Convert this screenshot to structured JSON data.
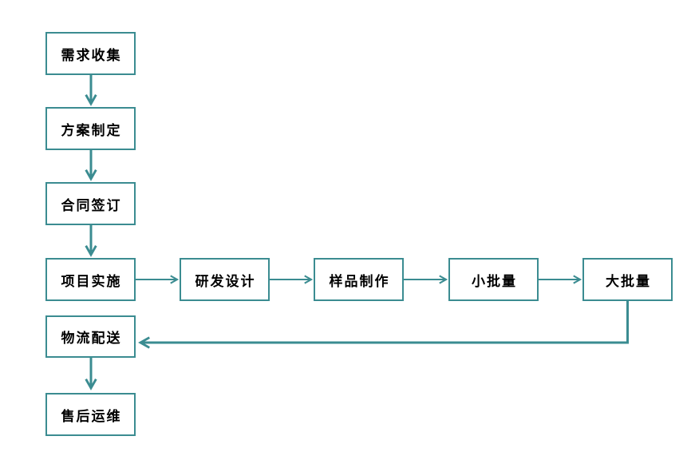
{
  "diagram": {
    "type": "flowchart",
    "colors": {
      "accent": "#3b8c91",
      "text": "#000000",
      "background": "#ffffff"
    },
    "nodes": [
      {
        "id": "requirements",
        "label": "需求收集"
      },
      {
        "id": "plan",
        "label": "方案制定"
      },
      {
        "id": "contract",
        "label": "合同签订"
      },
      {
        "id": "implementation",
        "label": "项目实施"
      },
      {
        "id": "rd_design",
        "label": "研发设计"
      },
      {
        "id": "sample_production",
        "label": "样品制作"
      },
      {
        "id": "small_batch",
        "label": "小批量"
      },
      {
        "id": "large_batch",
        "label": "大批量"
      },
      {
        "id": "logistics",
        "label": "物流配送"
      },
      {
        "id": "after_sales",
        "label": "售后运维"
      }
    ],
    "edges": [
      {
        "from": "requirements",
        "to": "plan"
      },
      {
        "from": "plan",
        "to": "contract"
      },
      {
        "from": "contract",
        "to": "implementation"
      },
      {
        "from": "implementation",
        "to": "rd_design"
      },
      {
        "from": "rd_design",
        "to": "sample_production"
      },
      {
        "from": "sample_production",
        "to": "small_batch"
      },
      {
        "from": "small_batch",
        "to": "large_batch"
      },
      {
        "from": "large_batch",
        "to": "logistics"
      },
      {
        "from": "logistics",
        "to": "after_sales"
      }
    ]
  }
}
